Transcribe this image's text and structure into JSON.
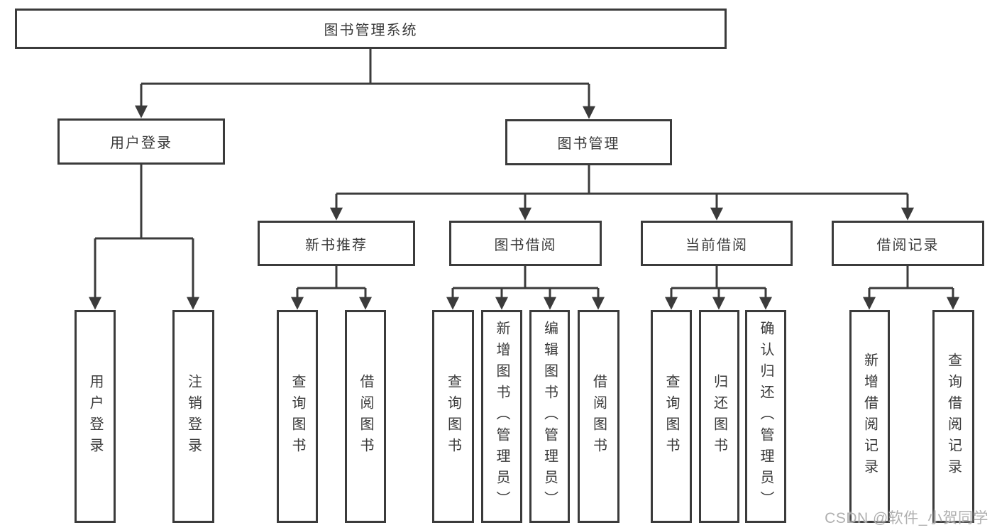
{
  "diagram_title": "图书管理系统",
  "tree": {
    "root": "图书管理系统",
    "children": [
      {
        "label": "用户登录",
        "children": [
          "用户登录",
          "注销登录"
        ]
      },
      {
        "label": "图书管理",
        "children": [
          {
            "label": "新书推荐",
            "children": [
              "查询图书",
              "借阅图书"
            ]
          },
          {
            "label": "图书借阅",
            "children": [
              "查询图书",
              "新增图书（管理员）",
              "编辑图书（管理员）",
              "借阅图书"
            ]
          },
          {
            "label": "当前借阅",
            "children": [
              "查询图书",
              "归还图书",
              "确认归还（管理员）"
            ]
          },
          {
            "label": "借阅记录",
            "children": [
              "新增借阅记录",
              "查询借阅记录"
            ]
          }
        ]
      }
    ]
  },
  "watermark": "CSDN @软件_小贺同学",
  "colors": {
    "line": "#3b3b3b",
    "text": "#3a3a3a",
    "box_background": "#ffffff",
    "watermark": "#b0b0b0"
  }
}
